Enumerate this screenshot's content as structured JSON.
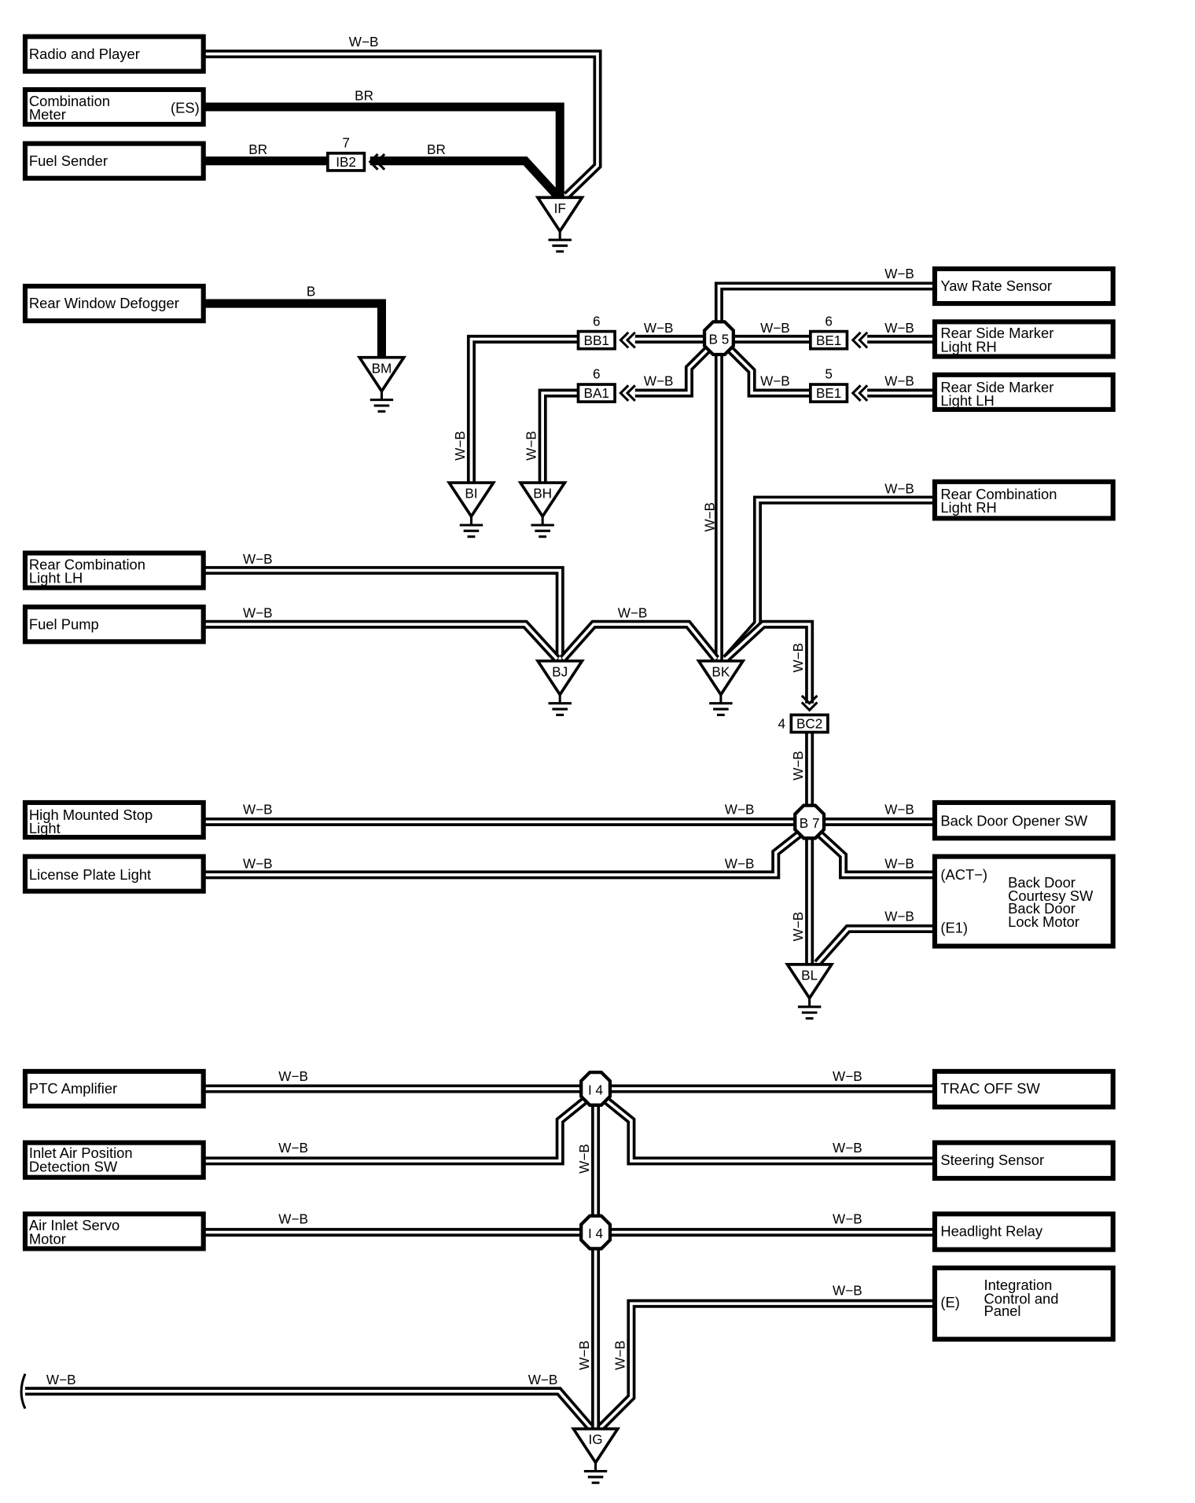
{
  "components": {
    "radio": {
      "line1": "Radio and Player"
    },
    "comb_meter": {
      "line1": "Combination",
      "line2": "Meter",
      "pin": "(ES)"
    },
    "fuel_sender": {
      "line1": "Fuel Sender"
    },
    "rear_defogger": {
      "line1": "Rear Window Defogger"
    },
    "yaw": {
      "line1": "Yaw Rate Sensor"
    },
    "marker_rh": {
      "line1": "Rear Side Marker",
      "line2": "Light RH"
    },
    "marker_lh": {
      "line1": "Rear Side Marker",
      "line2": "Light LH"
    },
    "rcl_rh": {
      "line1": "Rear Combination",
      "line2": "Light RH"
    },
    "rcl_lh": {
      "line1": "Rear Combination",
      "line2": "Light LH"
    },
    "fuel_pump": {
      "line1": "Fuel Pump"
    },
    "hmsl": {
      "line1": "High Mounted Stop",
      "line2": "Light"
    },
    "license": {
      "line1": "License Plate Light"
    },
    "back_opener": {
      "line1": "Back Door Opener SW"
    },
    "back_door": {
      "pin1": "(ACT−)",
      "pin2": "(E1)",
      "line1": "Back Door",
      "line2": "Courtesy SW",
      "line3": "Back Door",
      "line4": "Lock Motor"
    },
    "ptc": {
      "line1": "PTC Amplifier"
    },
    "inlet_pos": {
      "line1": "Inlet Air Position",
      "line2": "Detection SW"
    },
    "air_servo": {
      "line1": "Air Inlet Servo",
      "line2": "Motor"
    },
    "trac": {
      "line1": "TRAC OFF SW"
    },
    "steering": {
      "line1": "Steering Sensor"
    },
    "headlight": {
      "line1": "Headlight Relay"
    },
    "integration": {
      "pin": "(E)",
      "line1": "Integration",
      "line2": "Control and",
      "line3": "Panel"
    }
  },
  "wire_colors": {
    "wb": "W−B",
    "br": "BR",
    "b": "B"
  },
  "connectors": {
    "ib2": {
      "id": "IB2",
      "pin": "7"
    },
    "bb1": {
      "id": "BB1",
      "pin": "6"
    },
    "ba1": {
      "id": "BA1",
      "pin": "6"
    },
    "be1a": {
      "id": "BE1",
      "pin": "6"
    },
    "be1b": {
      "id": "BE1",
      "pin": "5"
    },
    "bc2": {
      "id": "BC2",
      "pin": "4"
    }
  },
  "junctions": {
    "b5": "B 5",
    "b7": "B 7",
    "i4a": "I 4",
    "i4b": "I 4"
  },
  "grounds": {
    "if": "IF",
    "bm": "BM",
    "bi": "BI",
    "bh": "BH",
    "bj": "BJ",
    "bk": "BK",
    "bl": "BL",
    "ig": "IG"
  },
  "colors": {
    "line": "#000000",
    "background": "#ffffff"
  }
}
